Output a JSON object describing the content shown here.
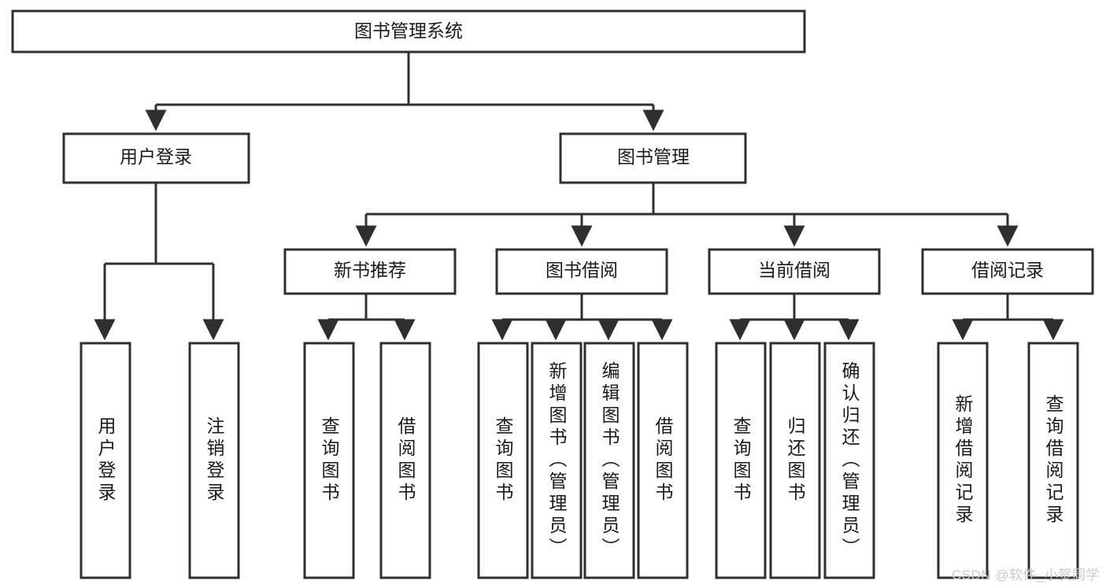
{
  "diagram": {
    "type": "tree-hierarchy",
    "title": "图书管理系统",
    "watermark": "CSDN @软件_小贺同学",
    "colors": {
      "stroke": "#2f2f2f",
      "fill": "#ffffff",
      "text": "#1a1a1a",
      "watermark": "#c9c9c9"
    },
    "levels": {
      "root": "图书管理系统",
      "level2": [
        "用户登录",
        "图书管理"
      ],
      "level3": [
        "新书推荐",
        "图书借阅",
        "当前借阅",
        "借阅记录"
      ],
      "leaves": [
        "用户登录",
        "注销登录",
        "查询图书",
        "借阅图书",
        "查询图书",
        "新增图书（管理员）",
        "编辑图书（管理员）",
        "借阅图书",
        "查询图书",
        "归还图书",
        "确认归还（管理员）",
        "新增借阅记录",
        "查询借阅记录"
      ]
    },
    "nodes": {
      "root": {
        "label": "图书管理系统"
      },
      "user_login": {
        "label": "用户登录"
      },
      "book_mgmt": {
        "label": "图书管理"
      },
      "new_book_rec": {
        "label": "新书推荐"
      },
      "book_borrow": {
        "label": "图书借阅"
      },
      "current_borrow": {
        "label": "当前借阅"
      },
      "borrow_record": {
        "label": "借阅记录"
      },
      "leaf_user_login": {
        "label": "用户登录"
      },
      "leaf_logout": {
        "label": "注销登录"
      },
      "leaf_query_book_1": {
        "label": "查询图书"
      },
      "leaf_borrow_book_1": {
        "label": "借阅图书"
      },
      "leaf_query_book_2": {
        "label": "查询图书"
      },
      "leaf_add_book": {
        "label": "新增图书（管理员）"
      },
      "leaf_edit_book": {
        "label": "编辑图书（管理员）"
      },
      "leaf_borrow_book_2": {
        "label": "借阅图书"
      },
      "leaf_query_book_3": {
        "label": "查询图书"
      },
      "leaf_return_book": {
        "label": "归还图书"
      },
      "leaf_confirm_return": {
        "label": "确认归还（管理员）"
      },
      "leaf_add_record": {
        "label": "新增借阅记录"
      },
      "leaf_query_record": {
        "label": "查询借阅记录"
      }
    },
    "edges": [
      {
        "from": "root",
        "to": "user_login"
      },
      {
        "from": "root",
        "to": "book_mgmt"
      },
      {
        "from": "user_login",
        "to": "leaf_user_login"
      },
      {
        "from": "user_login",
        "to": "leaf_logout"
      },
      {
        "from": "book_mgmt",
        "to": "new_book_rec"
      },
      {
        "from": "book_mgmt",
        "to": "book_borrow"
      },
      {
        "from": "book_mgmt",
        "to": "current_borrow"
      },
      {
        "from": "book_mgmt",
        "to": "borrow_record"
      },
      {
        "from": "new_book_rec",
        "to": "leaf_query_book_1"
      },
      {
        "from": "new_book_rec",
        "to": "leaf_borrow_book_1"
      },
      {
        "from": "book_borrow",
        "to": "leaf_query_book_2"
      },
      {
        "from": "book_borrow",
        "to": "leaf_add_book"
      },
      {
        "from": "book_borrow",
        "to": "leaf_edit_book"
      },
      {
        "from": "book_borrow",
        "to": "leaf_borrow_book_2"
      },
      {
        "from": "current_borrow",
        "to": "leaf_query_book_3"
      },
      {
        "from": "current_borrow",
        "to": "leaf_return_book"
      },
      {
        "from": "current_borrow",
        "to": "leaf_confirm_return"
      },
      {
        "from": "borrow_record",
        "to": "leaf_add_record"
      },
      {
        "from": "borrow_record",
        "to": "leaf_query_record"
      }
    ]
  }
}
